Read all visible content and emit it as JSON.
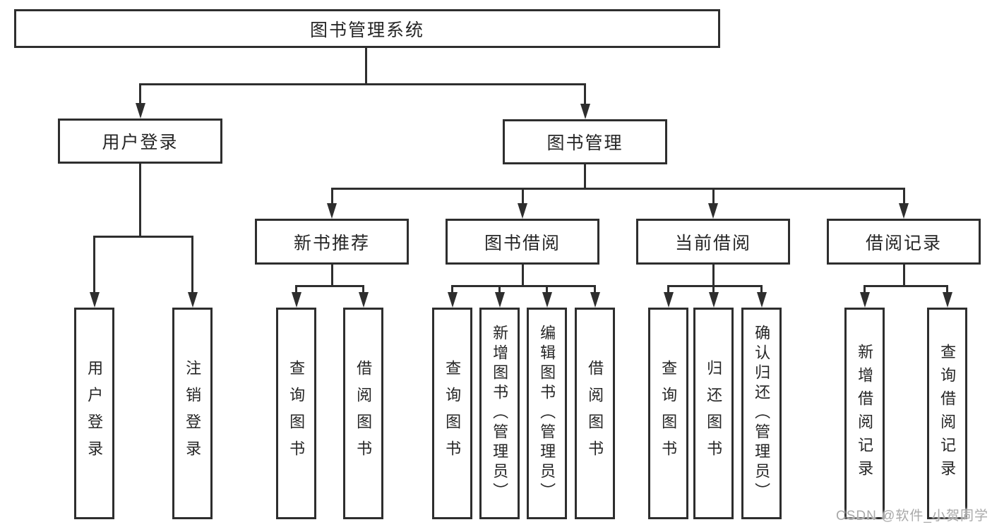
{
  "diagram": {
    "root": {
      "label": "图书管理系统"
    },
    "branches": [
      {
        "label": "用户登录",
        "children": [
          {
            "label": "用户登录"
          },
          {
            "label": "注销登录"
          }
        ]
      },
      {
        "label": "图书管理",
        "children": [
          {
            "label": "新书推荐",
            "children": [
              {
                "label": "查询图书"
              },
              {
                "label": "借阅图书"
              }
            ]
          },
          {
            "label": "图书借阅",
            "children": [
              {
                "label": "查询图书"
              },
              {
                "label": "新增图书（管理员）"
              },
              {
                "label": "编辑图书（管理员）"
              },
              {
                "label": "借阅图书"
              }
            ]
          },
          {
            "label": "当前借阅",
            "children": [
              {
                "label": "查询图书"
              },
              {
                "label": "归还图书"
              },
              {
                "label": "确认归还（管理员）"
              }
            ]
          },
          {
            "label": "借阅记录",
            "children": [
              {
                "label": "新增借阅记录"
              },
              {
                "label": "查询借阅记录"
              }
            ]
          }
        ]
      }
    ],
    "watermark": "CSDN @软件_小贺同学",
    "colors": {
      "line": "#2e2e2e",
      "box_border": "#2e2e2e",
      "text": "#262626",
      "watermark": "#a9a9a9",
      "background": "#ffffff"
    }
  }
}
